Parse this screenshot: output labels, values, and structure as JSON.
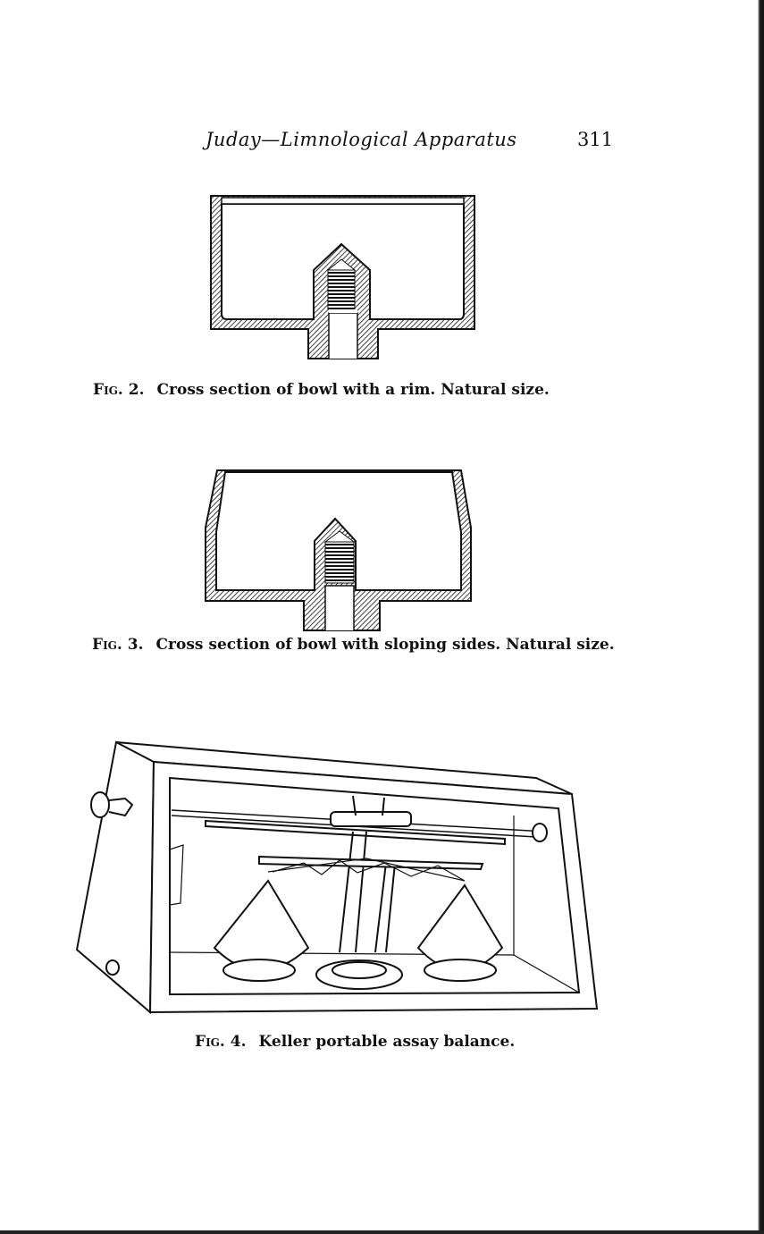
{
  "header": {
    "running_title": "Juday—Limnological Apparatus",
    "page_number": "311"
  },
  "figures": [
    {
      "label": "Fig. 2.",
      "caption": "Cross section of bowl with a rim.  Natural size."
    },
    {
      "label": "Fig. 3.",
      "caption": "Cross section of bowl with sloping sides.  Natural size."
    },
    {
      "label": "Fig. 4.",
      "caption": "Keller portable assay balance."
    }
  ]
}
